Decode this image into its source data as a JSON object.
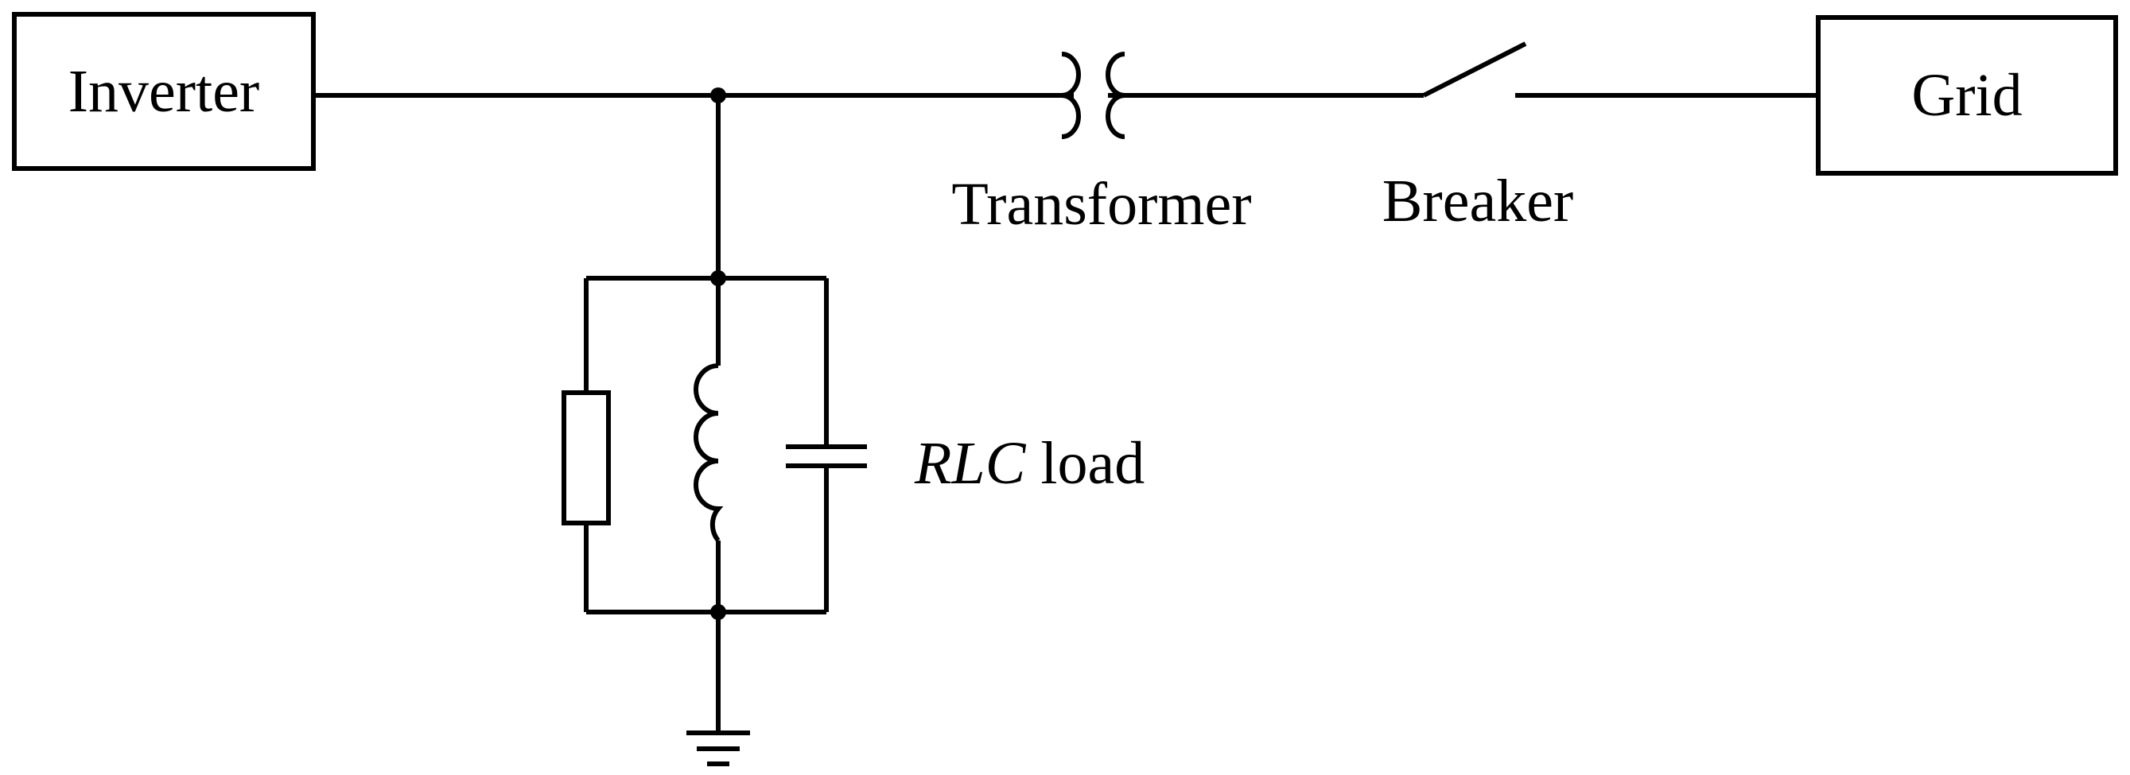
{
  "diagram": {
    "blocks": {
      "inverter": "Inverter",
      "grid": "Grid"
    },
    "components": {
      "transformer": "Transformer",
      "breaker": "Breaker",
      "load_prefix": "RLC",
      "load_suffix": " load"
    },
    "colors": {
      "stroke": "#000000",
      "background": "#ffffff"
    }
  }
}
